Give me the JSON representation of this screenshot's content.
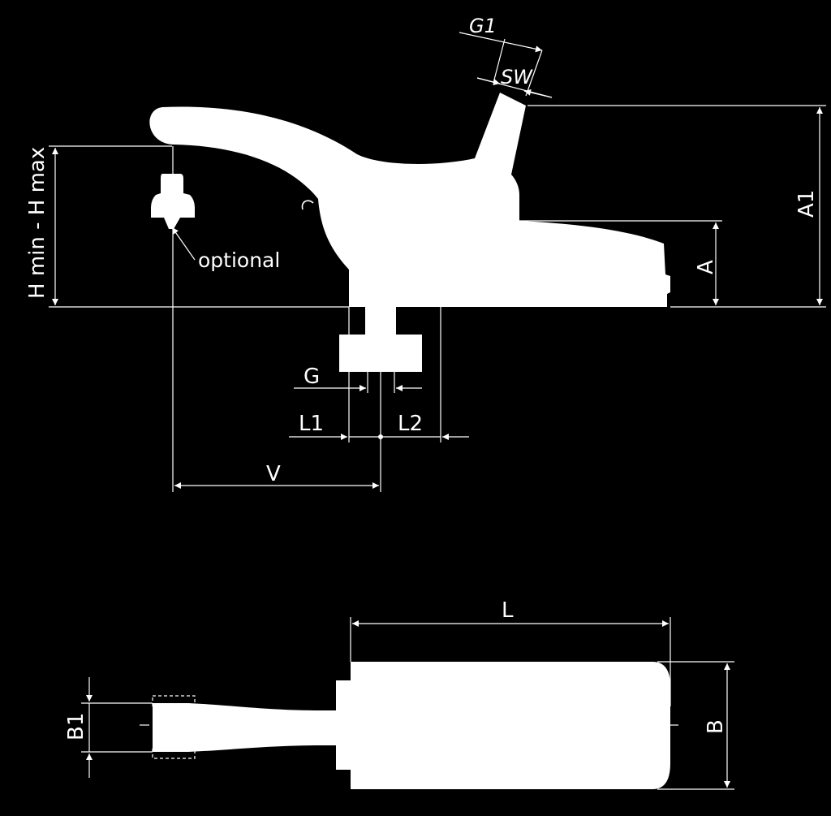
{
  "colors": {
    "background": "#000000",
    "foreground": "#ffffff"
  },
  "labels": {
    "g1": "G1",
    "sw": "SW",
    "hmin_hmax": "H min - H max",
    "optional": "optional",
    "a": "A",
    "a1": "A1",
    "g": "G",
    "l1": "L1",
    "l2": "L2",
    "v": "V",
    "l": "L",
    "b": "B",
    "b1": "B1"
  }
}
